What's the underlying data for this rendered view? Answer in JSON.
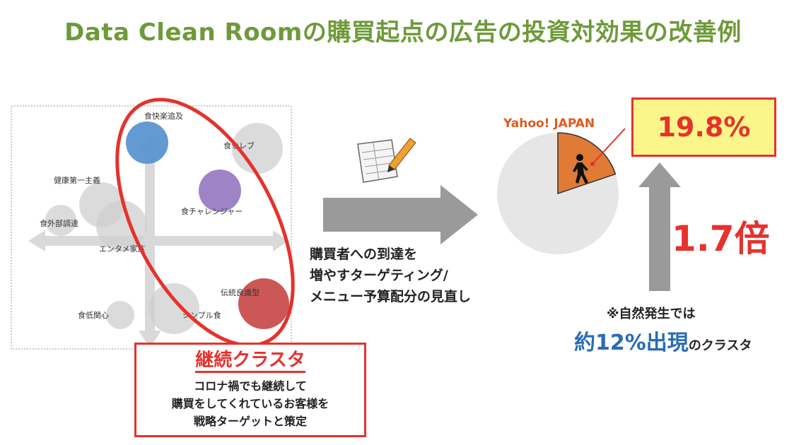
{
  "title": "Data Clean Roomの購買起点の広告の投資対効果の改善例",
  "clusters": [
    {
      "label": "食快楽追及",
      "color": "#5b95d0"
    },
    {
      "label": "食セレブ",
      "color": "#cfcfcf"
    },
    {
      "label": "健康第一主義",
      "color": "#cfcfcf"
    },
    {
      "label": "食チャレンジャー",
      "color": "#9a7cc4"
    },
    {
      "label": "食外部調達",
      "color": "#cfcfcf"
    },
    {
      "label": "エンタメ家族",
      "color": "#cfcfcf"
    },
    {
      "label": "伝統良識型",
      "color": "#c94e4e"
    },
    {
      "label": "食低関心",
      "color": "#cfcfcf"
    },
    {
      "label": "シンプル食",
      "color": "#cfcfcf"
    }
  ],
  "continuing_box": {
    "title": "継続クラスタ",
    "lines": [
      "コロナ禍でも継続して",
      "購買をしてくれているお客様を",
      "戦略ターゲットと策定"
    ]
  },
  "middle_text": [
    "購買者への到達を",
    "増やすターゲティング/",
    "メニュー予算配分の見直し"
  ],
  "pie": {
    "label": "Yahoo! JAPAN",
    "highlight_percent": 19.8,
    "highlight_color": "#e07a35",
    "rest_color": "#e6e6e6"
  },
  "percent_label": "19.8%",
  "multiplier": "1.7倍",
  "note": {
    "line1": "※自然発生では",
    "highlight": "約12%出現",
    "suffix": "のクラスタ"
  },
  "colors": {
    "title": "#6e9a3a",
    "accent_red": "#e5322d",
    "blue_text": "#2a6cb5",
    "arrow_gray": "#9a9a9a"
  }
}
